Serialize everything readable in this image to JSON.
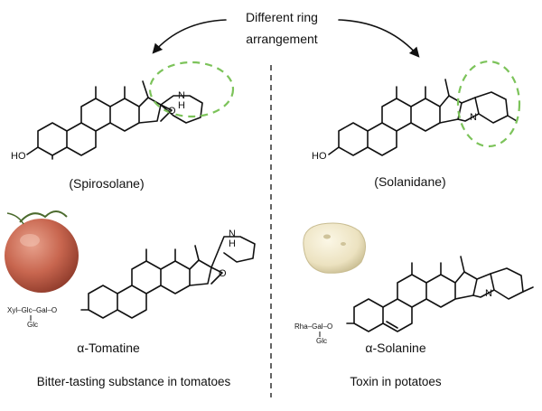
{
  "header": {
    "line1": "Different ring",
    "line2": "arrangement"
  },
  "left": {
    "skeleton_label": "(Spirosolane)",
    "compound": "α-Tomatine",
    "caption": "Bitter-tasting substance in tomatoes",
    "sugar_chain": "Xyl–Glc–Gal–O",
    "sugar_branch": "Glc",
    "hetero_o": "O",
    "hetero_n": "N",
    "hetero_h": "H",
    "ho": "HO"
  },
  "right": {
    "skeleton_label": "(Solanidane)",
    "compound": "α-Solanine",
    "caption": "Toxin in potatoes",
    "sugar_chain": "Rha–Gal–O",
    "sugar_branch": "Glc",
    "hetero_n": "N",
    "ho": "HO"
  },
  "colors": {
    "ring_highlight": "#7cc35a",
    "tomato": "#c8664f",
    "potato": "#efe7c8"
  },
  "images": {
    "left": "tomato",
    "right": "potato"
  }
}
